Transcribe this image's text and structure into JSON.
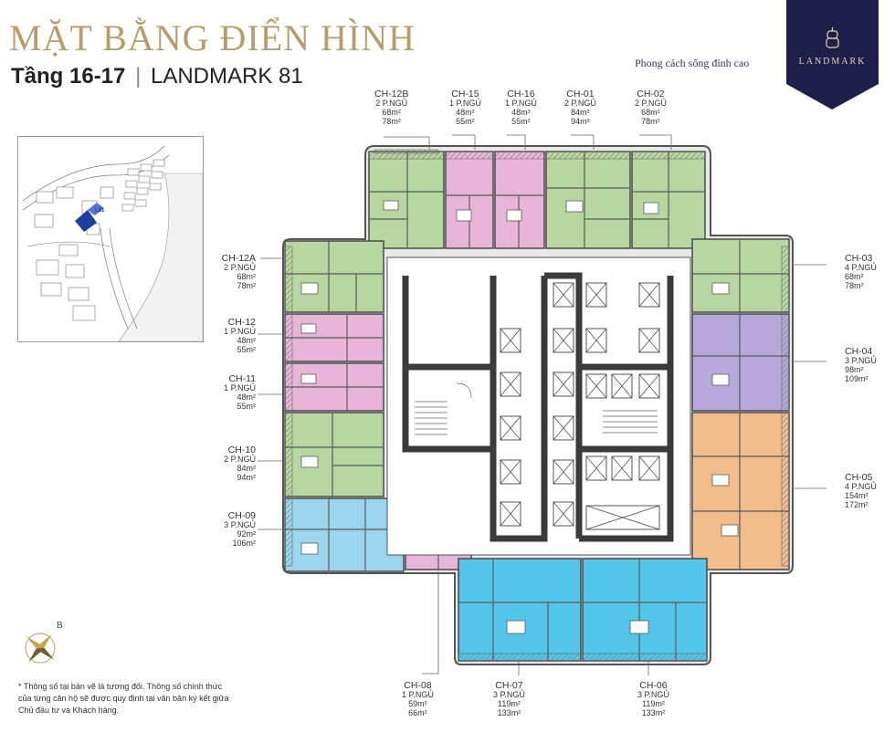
{
  "header": {
    "title": "MẶT BẰNG ĐIỂN HÌNH",
    "subtitle_floor": "Tầng 16-17",
    "subtitle_separator": "|",
    "subtitle_project": "LANDMARK 81",
    "tagline": "Phong cách sống đỉnh cao",
    "logo_text": "LANDMARK"
  },
  "sitemap": {
    "marker_label": "L81"
  },
  "compass": {
    "letter": "B"
  },
  "footnote": "* Thông số tại bản vẽ là tương đối. Thông số chính thức của từng căn hộ sẽ được quy định tại văn bản ký kết giữa Chủ đầu tư và Khách hàng.",
  "colors": {
    "title": "#b59e6b",
    "logo_bg": "#1f1f4b",
    "green": "#b7d6a0",
    "pink": "#e8b5d8",
    "lavender": "#b7a8dc",
    "orange": "#f2bd8c",
    "cyan": "#54c6ea",
    "core": "#3b3b3b"
  },
  "units": [
    {
      "code": "CH-12B",
      "bedrooms": "2 P.NGỦ",
      "area1": "68m²",
      "area2": "78m²"
    },
    {
      "code": "CH-15",
      "bedrooms": "1 P.NGỦ",
      "area1": "48m²",
      "area2": "55m²"
    },
    {
      "code": "CH-16",
      "bedrooms": "1 P.NGỦ",
      "area1": "48m²",
      "area2": "55m²"
    },
    {
      "code": "CH-01",
      "bedrooms": "2 P.NGỦ",
      "area1": "84m²",
      "area2": "94m²"
    },
    {
      "code": "CH-02",
      "bedrooms": "2 P.NGỦ",
      "area1": "68m²",
      "area2": "78m²"
    },
    {
      "code": "CH-12A",
      "bedrooms": "2 P.NGỦ",
      "area1": "68m²",
      "area2": "78m²"
    },
    {
      "code": "CH-12",
      "bedrooms": "1 P.NGỦ",
      "area1": "48m²",
      "area2": "55m²"
    },
    {
      "code": "CH-11",
      "bedrooms": "1 P.NGỦ",
      "area1": "48m²",
      "area2": "55m²"
    },
    {
      "code": "CH-10",
      "bedrooms": "2 P.NGỦ",
      "area1": "84m²",
      "area2": "94m²"
    },
    {
      "code": "CH-09",
      "bedrooms": "3 P.NGỦ",
      "area1": "92m²",
      "area2": "106m²"
    },
    {
      "code": "CH-03",
      "bedrooms": "4 P.NGỦ",
      "area1": "68m²",
      "area2": "78m²"
    },
    {
      "code": "CH-04",
      "bedrooms": "3 P.NGỦ",
      "area1": "98m²",
      "area2": "109m²"
    },
    {
      "code": "CH-05",
      "bedrooms": "4 P.NGỦ",
      "area1": "154m²",
      "area2": "172m²"
    },
    {
      "code": "CH-08",
      "bedrooms": "1 P.NGỦ",
      "area1": "59m²",
      "area2": "66m²"
    },
    {
      "code": "CH-07",
      "bedrooms": "3 P.NGỦ",
      "area1": "119m²",
      "area2": "133m²"
    },
    {
      "code": "CH-06",
      "bedrooms": "3 P.NGỦ",
      "area1": "119m²",
      "area2": "133m²"
    }
  ]
}
